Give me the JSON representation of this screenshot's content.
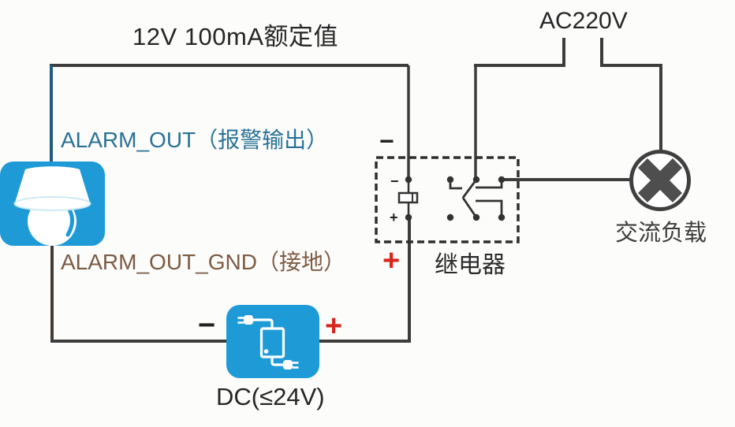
{
  "title": "12V 100mA额定值",
  "ac_source": {
    "label": "AC220V"
  },
  "camera": {
    "alarm_out_label": "ALARM_OUT（报警输出）",
    "alarm_out_gnd_label": "ALARM_OUT_GND（接地）"
  },
  "relay": {
    "label": "继电器",
    "top_minus": "−",
    "bottom_plus": "+",
    "coil_minus": "−",
    "coil_plus": "+"
  },
  "ac_load": {
    "label": "交流负载"
  },
  "dc_supply": {
    "label": "DC(≤24V)",
    "minus": "−",
    "plus": "+"
  },
  "icons": {
    "camera": "dome-camera-icon",
    "dc_supply": "power-adapter-icon",
    "ac_load": "ac-load-x-icon"
  },
  "colors": {
    "wire": "#3d3d3d",
    "camera_wire_teal": "#215d78",
    "gnd_wire_brown": "#433b33",
    "icon_blue": "#1e9bd7",
    "alarm_out_text": "#2a7295",
    "alarm_gnd_text": "#7d5b43",
    "plus_red": "#d7261d",
    "relay_stroke": "#333333",
    "load_cross_gray": "#4e4e4e"
  }
}
